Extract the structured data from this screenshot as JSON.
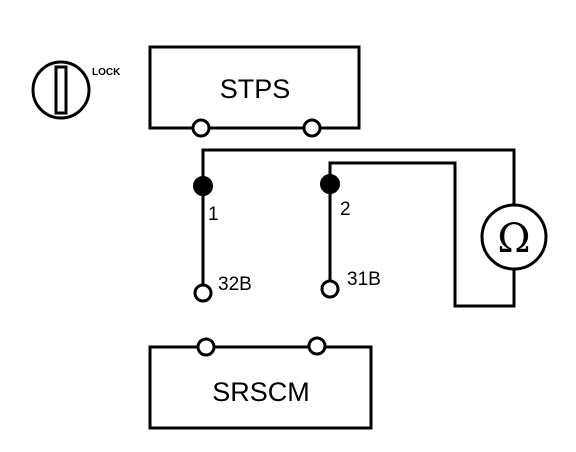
{
  "ignition": {
    "lock_label": "LOCK",
    "icon": "ignition-key-icon"
  },
  "stps": {
    "label": "STPS"
  },
  "srscm": {
    "label": "SRSCM"
  },
  "probes": {
    "probe1_label": "1",
    "probe2_label": "2"
  },
  "terminals": {
    "t32b_label": "32B",
    "t31b_label": "31B"
  },
  "meter": {
    "symbol": "Ω",
    "icon": "ohmmeter-icon"
  }
}
